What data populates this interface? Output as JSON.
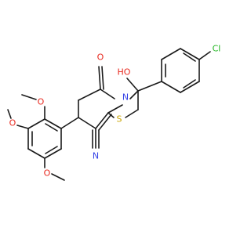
{
  "molecule": {
    "colors": {
      "bond": "#1a1a1a",
      "oxygen": "#e8281e",
      "nitrogen": "#3340e6",
      "sulfur": "#c9a400",
      "chlorine": "#1fb51f",
      "carbon": "#1a1a1a"
    },
    "atom_labels": {
      "chlorine": "Cl",
      "hydroxyl": "HO",
      "carbonyl_oxygen": "O",
      "ring_nitrogen": "N",
      "thiazole_sulfur": "S",
      "nitrile_nitrogen": "N",
      "methoxy_oxygen_top": "O",
      "methoxy_oxygen_middle": "O",
      "methoxy_oxygen_bottom": "O"
    }
  }
}
